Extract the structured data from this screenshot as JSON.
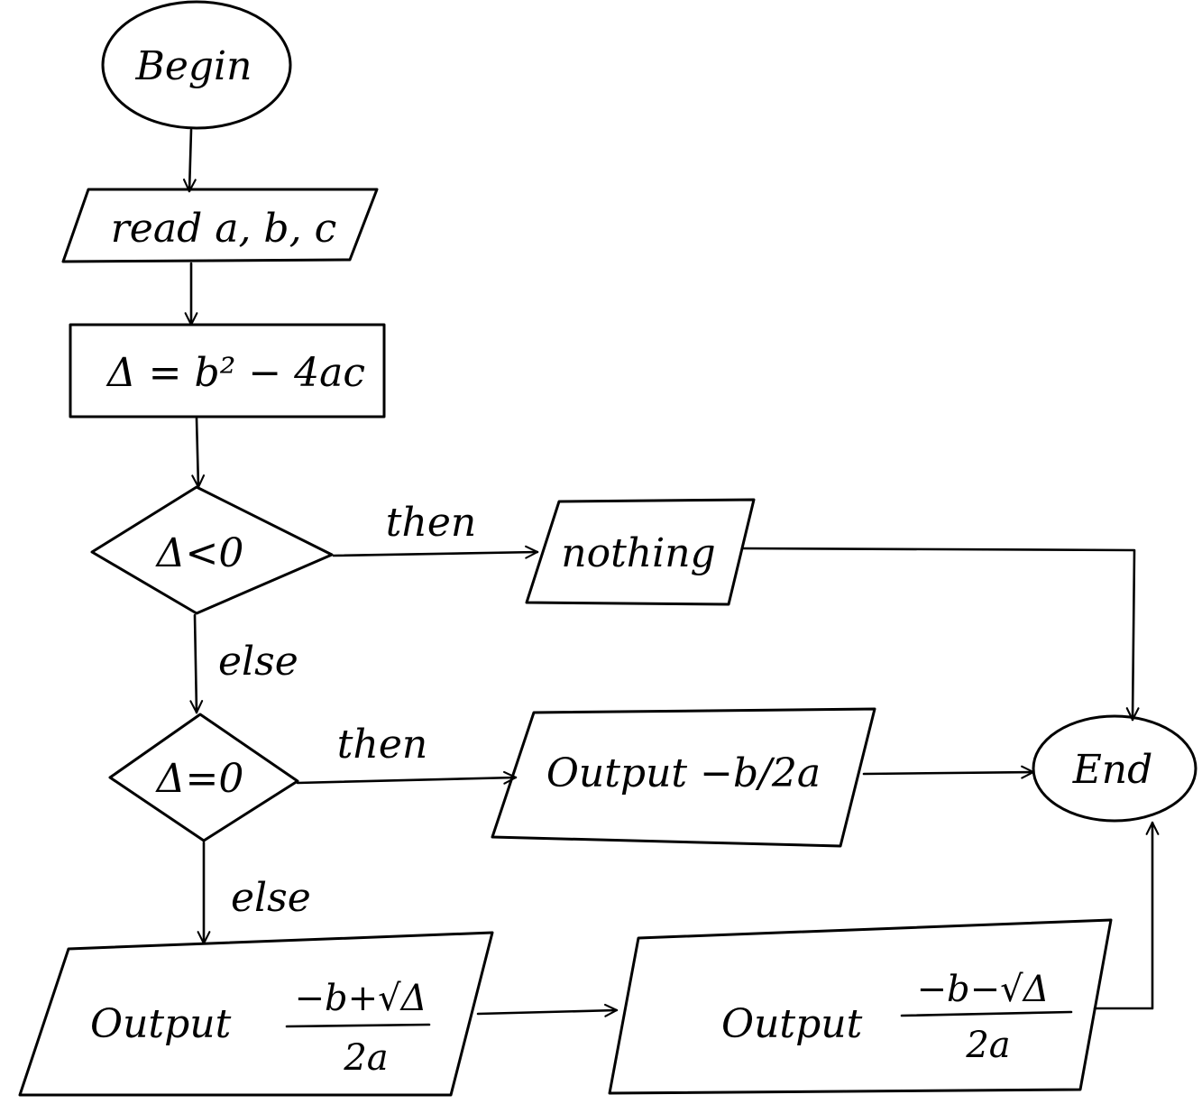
{
  "diagram": {
    "nodes": {
      "begin": "Begin",
      "read": "read a, b, c",
      "delta": "Δ = b² − 4ac",
      "cond1": "Δ<0",
      "nothing": "nothing",
      "cond2": "Δ=0",
      "out_single": "Output −b/2a",
      "end": "End",
      "out_plus": {
        "word": "Output",
        "num": "−b+√Δ",
        "den": "2a"
      },
      "out_minus": {
        "word": "Output",
        "num": "−b−√Δ",
        "den": "2a"
      }
    },
    "edges": {
      "then1": "then",
      "else1": "else",
      "then2": "then",
      "else2": "else"
    }
  }
}
